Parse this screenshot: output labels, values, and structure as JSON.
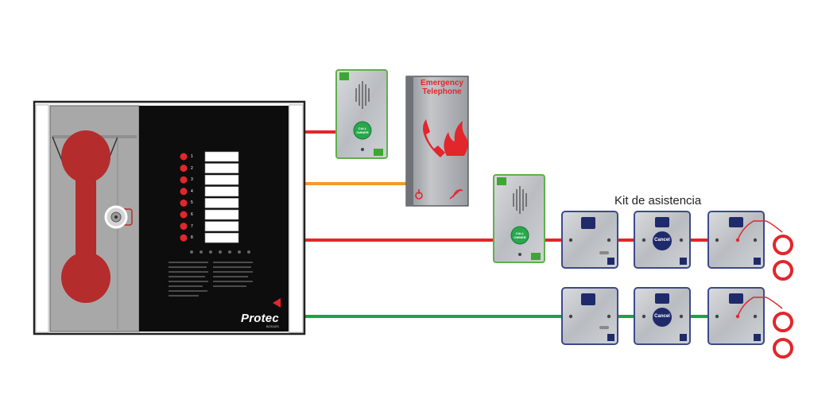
{
  "emergency_panel": {
    "line1": "Emergency",
    "line2": "Telephone"
  },
  "control_panel": {
    "brand": "Protec",
    "model": "BOS4ZS",
    "zones": [
      "1",
      "2",
      "3",
      "4",
      "5",
      "6",
      "7",
      "8"
    ]
  },
  "intercom": {
    "button_line1": "CALL",
    "button_line2": "OWNER"
  },
  "assistance_kit": {
    "title": "Kit de asistencia",
    "cancel_label": "Cancel"
  },
  "colors": {
    "red_cable": "#e3262b",
    "orange_cable": "#f39a2b",
    "green_cable": "#1aa34a",
    "panel_black": "#0d0d0d",
    "handset_red": "#b52c2c",
    "unit_border": "#3d4a8a"
  }
}
